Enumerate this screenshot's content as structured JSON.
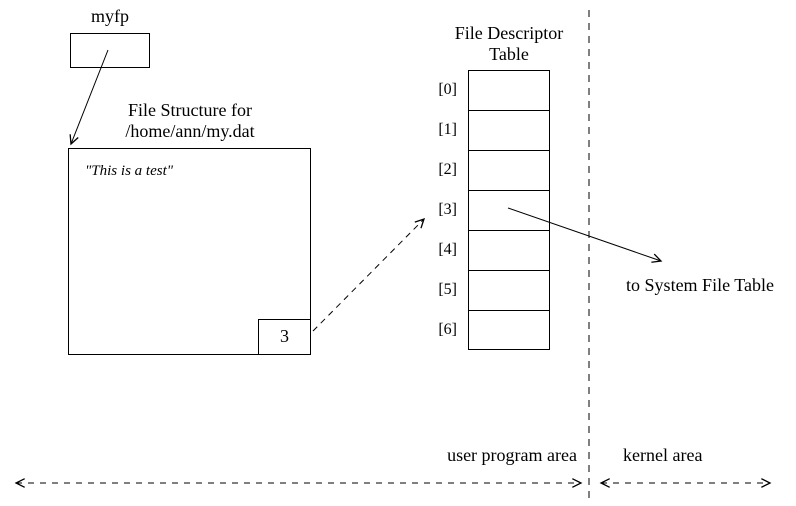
{
  "colors": {
    "background": "#ffffff",
    "line": "#000000",
    "text": "#000000"
  },
  "pointer": {
    "label": "myfp"
  },
  "file_structure": {
    "title_line1": "File Structure for",
    "title_line2": "/home/ann/my.dat",
    "content": "\"This is a test\"",
    "descriptor_value": "3"
  },
  "fd_table": {
    "title_line1": "File Descriptor",
    "title_line2": "Table",
    "labels": [
      "[0]",
      "[1]",
      "[2]",
      "[3]",
      "[4]",
      "[5]",
      "[6]"
    ]
  },
  "annotations": {
    "system_file_table": "to System File Table",
    "user_program_area": "user program area",
    "kernel_area": "kernel area"
  }
}
